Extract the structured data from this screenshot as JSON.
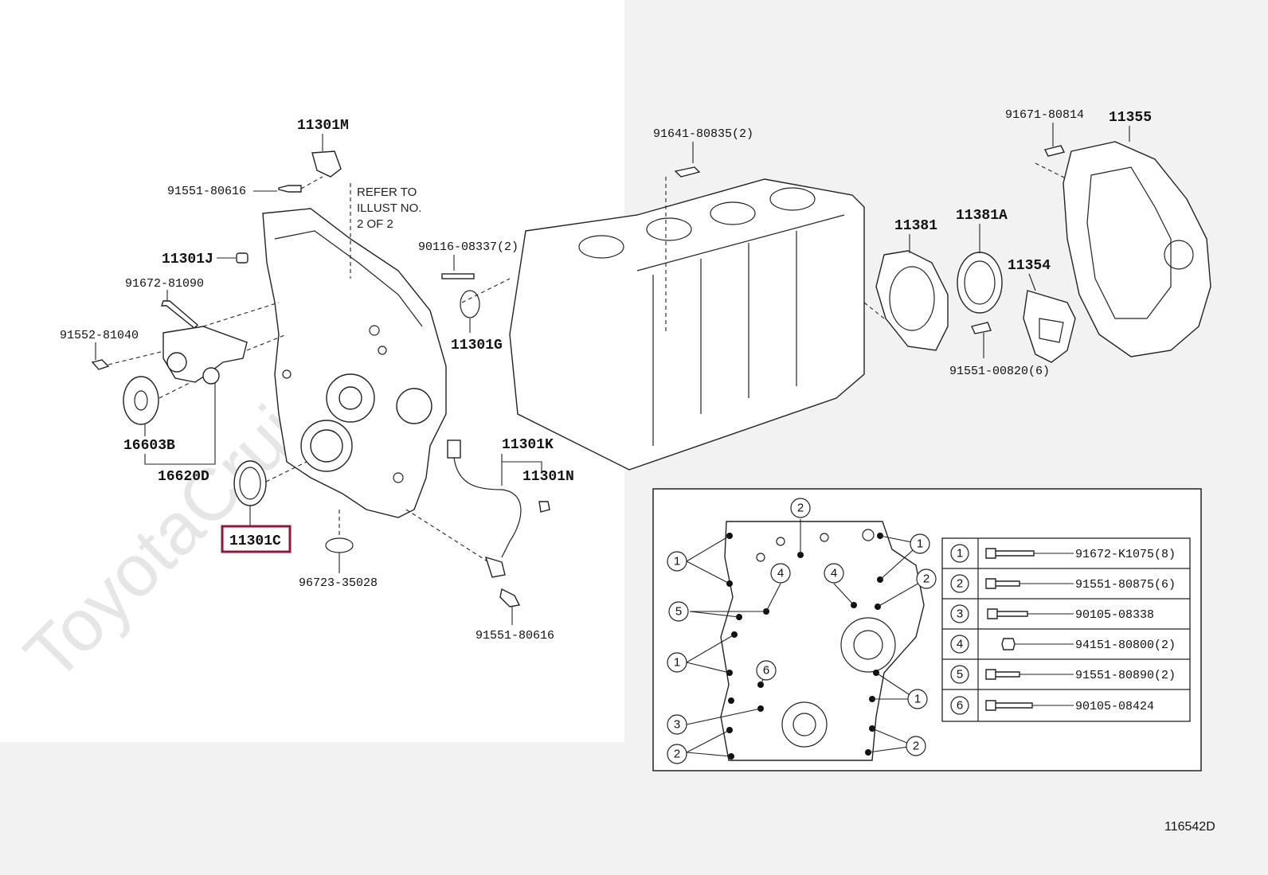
{
  "watermark": "ToyotaCruiser.ru",
  "diagram_id": "116542D",
  "note": {
    "line1": "REFER TO",
    "line2": "ILLUST NO.",
    "line3": "2 OF 2"
  },
  "highlighted_part": "11301C",
  "parts": {
    "p11301M": "11301M",
    "p91551_80616a": "91551-80616",
    "p11301J": "11301J",
    "p91672_81090": "91672-81090",
    "p91552_81040": "91552-81040",
    "p16603B": "16603B",
    "p16620D": "16620D",
    "p11301C": "11301C",
    "p96723_35028": "96723-35028",
    "p11301G": "11301G",
    "p90116_08337": "90116-08337(2)",
    "p11301K": "11301K",
    "p11301N": "11301N",
    "p91551_80616b": "91551-80616",
    "p91641_80835": "91641-80835(2)",
    "p11381": "11381",
    "p11381A": "11381A",
    "p91551_00820": "91551-00820(6)",
    "p11354": "11354",
    "p91671_80814": "91671-80814",
    "p11355": "11355"
  },
  "bolt_legend": [
    {
      "num": "1",
      "part": "91672-K1075(8)"
    },
    {
      "num": "2",
      "part": "91551-80875(6)"
    },
    {
      "num": "3",
      "part": "90105-08338"
    },
    {
      "num": "4",
      "part": "94151-80800(2)"
    },
    {
      "num": "5",
      "part": "91551-80890(2)"
    },
    {
      "num": "6",
      "part": "90105-08424"
    }
  ],
  "inset_callouts": [
    "1",
    "2",
    "3",
    "4",
    "5",
    "6"
  ]
}
